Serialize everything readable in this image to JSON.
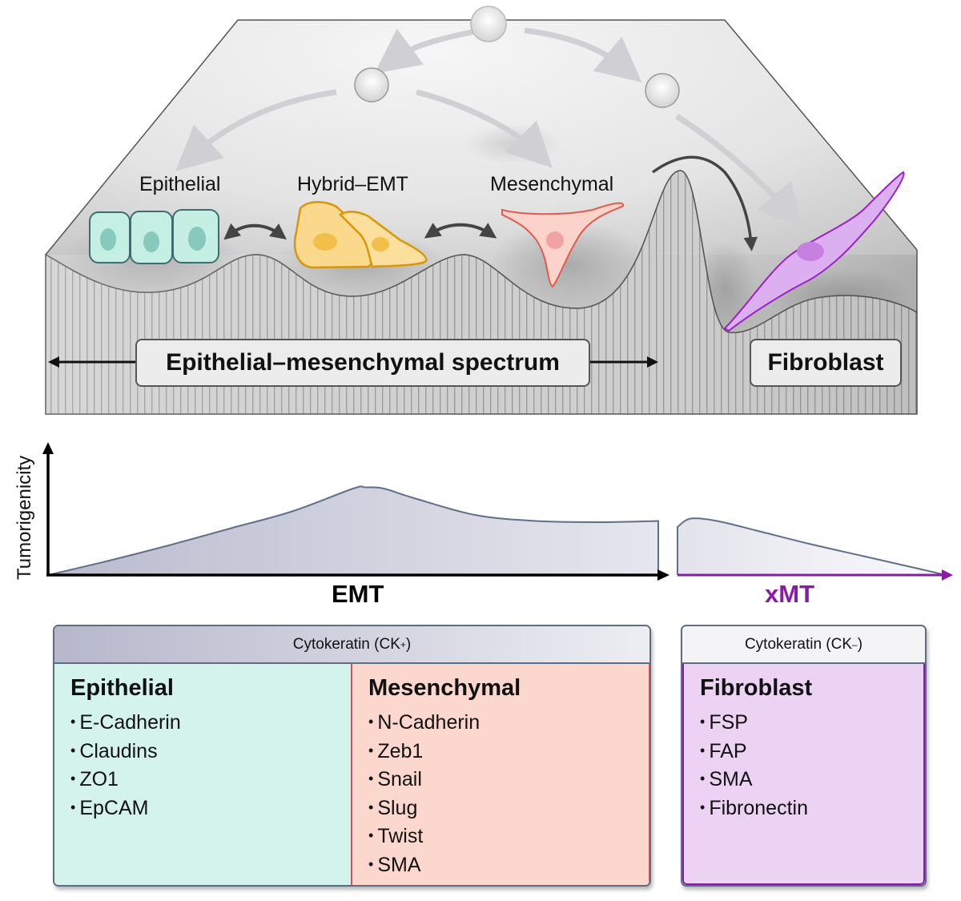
{
  "landscape": {
    "cell_labels": {
      "epithelial": "Epithelial",
      "hybrid": "Hybrid–EMT",
      "mesenchymal": "Mesenchymal"
    },
    "spectrum_label": "Epithelial–mesenchymal spectrum",
    "fibroblast_label": "Fibroblast",
    "colors": {
      "epithelial_cell": "#bfeee0",
      "hybrid_cell": "#f8cf6e",
      "mesenchymal_cell": "#f6b2a8",
      "fibroblast_cell": "#d9a8ef",
      "surface": "#d8d8d8"
    }
  },
  "plot": {
    "ylabel": "Tumorigenicity",
    "emt_label": "EMT",
    "xmt_label": "xMT",
    "emt_color": "#000000",
    "xmt_color": "#8a1aa8"
  },
  "chart_data": {
    "type": "area",
    "title": "",
    "ylabel": "Tumorigenicity",
    "ylim": [
      0,
      1
    ],
    "series": [
      {
        "name": "EMT",
        "color": "#c7c8d8",
        "x": [
          0,
          0.1,
          0.2,
          0.3,
          0.4,
          0.5,
          0.52,
          0.55,
          0.6,
          0.7,
          0.8,
          0.9,
          1.0
        ],
        "values": [
          0,
          0.12,
          0.25,
          0.39,
          0.53,
          0.72,
          0.73,
          0.72,
          0.64,
          0.5,
          0.45,
          0.44,
          0.45
        ],
        "xlabel": "EMT"
      },
      {
        "name": "xMT",
        "color": "#e4e4ee",
        "x": [
          0,
          0.05,
          0.15,
          0.3,
          0.5,
          0.7,
          0.9,
          1.0
        ],
        "values": [
          0.4,
          0.47,
          0.45,
          0.37,
          0.26,
          0.16,
          0.06,
          0.01
        ],
        "xlabel": "xMT"
      }
    ]
  },
  "tables": {
    "ck_positive": {
      "header": "Cytokeratin (CK",
      "header_sign": "+",
      "header_close": ")",
      "columns": [
        {
          "title": "Epithelial",
          "items": [
            "E-Cadherin",
            "Claudins",
            "ZO1",
            "EpCAM"
          ],
          "bg": "#d3f3ec"
        },
        {
          "title": "Mesenchymal",
          "items": [
            "N-Cadherin",
            "Zeb1",
            "Snail",
            "Slug",
            "Twist",
            "SMA"
          ],
          "bg": "#fbd7cd"
        }
      ]
    },
    "ck_negative": {
      "header": "Cytokeratin (CK",
      "header_sign": "–",
      "header_close": ")",
      "columns": [
        {
          "title": "Fibroblast",
          "items": [
            "FSP",
            "FAP",
            "SMA",
            "Fibronectin"
          ],
          "bg": "#ecd3f4"
        }
      ]
    }
  }
}
